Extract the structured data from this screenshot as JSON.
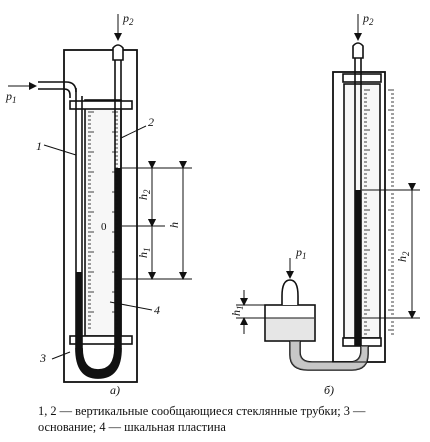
{
  "figure_a": {
    "p1": "p",
    "p1_sub": "1",
    "p2": "p",
    "p2_sub": "2",
    "label_1": "1",
    "label_2": "2",
    "label_3": "3",
    "label_4": "4",
    "zero": "0",
    "h": "h",
    "h1": "h",
    "h1_sub": "1",
    "h2": "h",
    "h2_sub": "2",
    "caption": "a)"
  },
  "figure_b": {
    "p1": "p",
    "p1_sub": "1",
    "p2": "p",
    "p2_sub": "2",
    "h1": "h",
    "h1_sub": "1",
    "h2": "h",
    "h2_sub": "2",
    "caption": "б)"
  },
  "caption": "1, 2 — вертикальные сообщающиеся стеклянные трубки; 3 — основание; 4 — шкальная пластина"
}
